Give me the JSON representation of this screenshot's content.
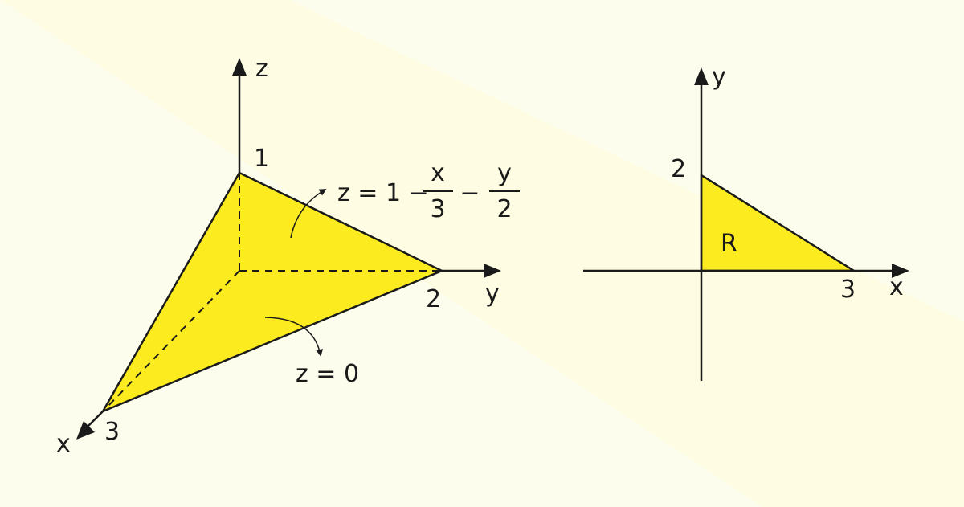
{
  "colors": {
    "background": "#fdfdee",
    "band": "#fefde3",
    "fill": "#fcec1f",
    "stroke": "#1a1a1a"
  },
  "left_diagram": {
    "axis_z": "z",
    "axis_y": "y",
    "axis_x": "x",
    "tick_z": "1",
    "tick_y": "2",
    "tick_x": "3",
    "plane_label": {
      "lhs": "z = 1 −",
      "frac1_num": "x",
      "frac1_den": "3",
      "minus": "−",
      "frac2_num": "y",
      "frac2_den": "2"
    },
    "base_label": "z = 0"
  },
  "right_diagram": {
    "axis_y": "y",
    "axis_x": "x",
    "tick_y": "2",
    "tick_x": "3",
    "region_label": "R"
  }
}
